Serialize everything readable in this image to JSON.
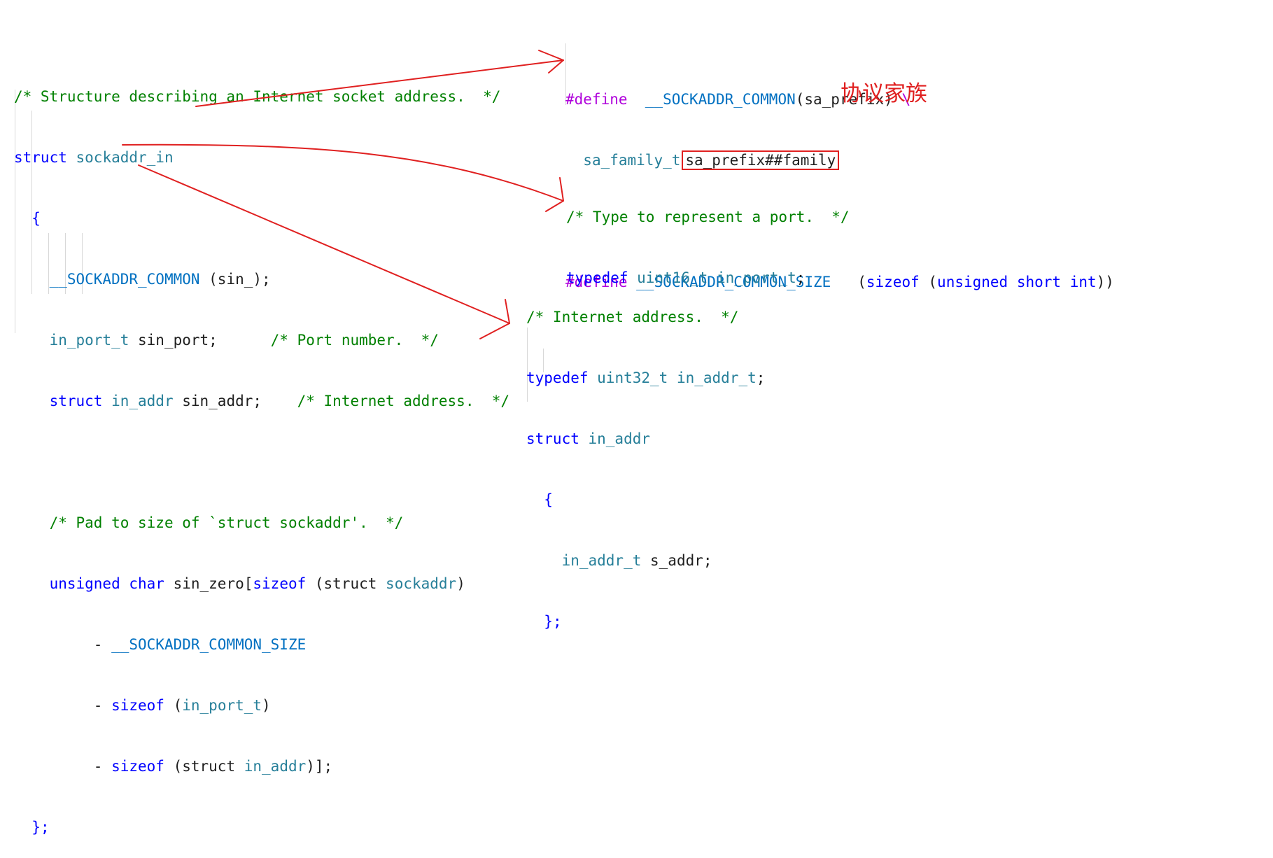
{
  "left_block": {
    "comment": "/* Structure describing an Internet socket address.  */",
    "struct_kw": "struct",
    "struct_name": "sockaddr_in",
    "open_brace": "{",
    "common_macro": "__SOCKADDR_COMMON",
    "common_arg": " (sin_);",
    "port_type": "in_port_t",
    "port_field": " sin_port;",
    "port_comment": "      /* Port number.  */",
    "addr_kw": "struct",
    "addr_type": " in_addr",
    "addr_field": " sin_addr;",
    "addr_comment": "    /* Internet address.  */",
    "pad_comment": "/* Pad to size of `struct sockaddr'.  */",
    "zero_kw1": "unsigned",
    "zero_kw2": " char",
    "zero_name": " sin_zero[",
    "zero_sizeof": "sizeof",
    "zero_paren": " (struct",
    "zero_type": " sockaddr",
    "zero_close": ")",
    "minus1": "- ",
    "minus1_macro": "__SOCKADDR_COMMON_SIZE",
    "minus2": "- ",
    "minus2_sizeof": "sizeof",
    "minus2_open": " (",
    "minus2_type": "in_port_t",
    "minus2_close": ")",
    "minus3": "- ",
    "minus3_sizeof": "sizeof",
    "minus3_open": " (struct",
    "minus3_type": " in_addr",
    "minus3_close": ")];",
    "close_brace": "};"
  },
  "define_block": {
    "define1_kw": "#define",
    "define1_macro": "  __SOCKADDR_COMMON",
    "define1_args": "(sa_prefix) ",
    "define1_cont": "\\",
    "family_type": "sa_family_t",
    "family_field": "sa_prefix##family",
    "define2_kw": "#define",
    "define2_macro": " __SOCKADDR_COMMON_SIZE",
    "define2_open": "   (",
    "define2_sizeof": "sizeof",
    "define2_paren": " (",
    "define2_type": "unsigned short int",
    "define2_close": "))"
  },
  "annotation": {
    "label": "协议家族",
    "color": "#e02020"
  },
  "port_block": {
    "comment": "/* Type to represent a port.  */",
    "typedef_kw": "typedef",
    "base_type": " uint16_t",
    "new_type": " in_port_t",
    "end": ";"
  },
  "addr_block": {
    "comment": "/* Internet address.  */",
    "typedef_kw": "typedef",
    "base_type": " uint32_t",
    "new_type": " in_addr_t",
    "end": ";",
    "struct_kw": "struct",
    "struct_name": " in_addr",
    "open_brace": "{",
    "field_type": "in_addr_t",
    "field_name": " s_addr;",
    "close_brace": "};"
  },
  "colors": {
    "comment": "#008000",
    "keyword": "#0000ff",
    "type": "#267f99",
    "macro": "#0070c1",
    "preprocessor": "#af00db",
    "arrow": "#e02020"
  }
}
